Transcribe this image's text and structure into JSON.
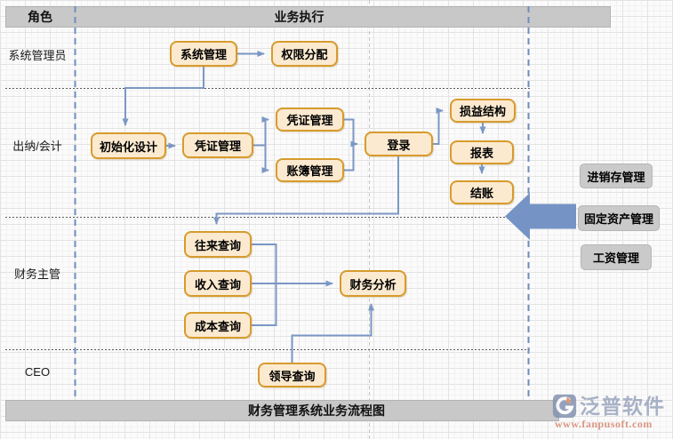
{
  "header": {
    "role_column": "角色",
    "execution_column": "业务执行"
  },
  "lanes": [
    {
      "label": "系统管理员"
    },
    {
      "label": "出纳/会计"
    },
    {
      "label": "财务主管"
    },
    {
      "label": "CEO"
    }
  ],
  "nodes": [
    {
      "id": "system-mgmt",
      "label": "系统管理"
    },
    {
      "id": "permission-assign",
      "label": "权限分配"
    },
    {
      "id": "init-design",
      "label": "初始化设计"
    },
    {
      "id": "voucher-mgmt",
      "label": "凭证管理"
    },
    {
      "id": "voucher-mgmt-2",
      "label": "凭证管理"
    },
    {
      "id": "ledger-mgmt",
      "label": "账簿管理"
    },
    {
      "id": "login",
      "label": "登录"
    },
    {
      "id": "profit-loss-structure",
      "label": "损益结构"
    },
    {
      "id": "report",
      "label": "报表"
    },
    {
      "id": "settlement",
      "label": "结账"
    },
    {
      "id": "current-query",
      "label": "往来查询"
    },
    {
      "id": "income-query",
      "label": "收入查询"
    },
    {
      "id": "cost-query",
      "label": "成本查询"
    },
    {
      "id": "financial-analysis",
      "label": "财务分析"
    },
    {
      "id": "leader-query",
      "label": "领导查询"
    }
  ],
  "external_modules": [
    {
      "label": "进销存管理"
    },
    {
      "label": "固定资产管理"
    },
    {
      "label": "工资管理"
    }
  ],
  "footer": {
    "title": "财务管理系统业务流程图"
  },
  "logo": {
    "brand": "泛普软件",
    "url": "www.fanpusoft.com"
  },
  "colors": {
    "node_fill": "#fcead0",
    "node_border": "#d79b2d",
    "connector": "#7b97c5",
    "swimlane_dash": "#6c8ebf",
    "module_fill": "#cacaca",
    "bar_fill": "#c8c8c8",
    "big_arrow": "#7693c5",
    "brand_text": "#9aa5be",
    "brand_url": "#d4856c"
  }
}
